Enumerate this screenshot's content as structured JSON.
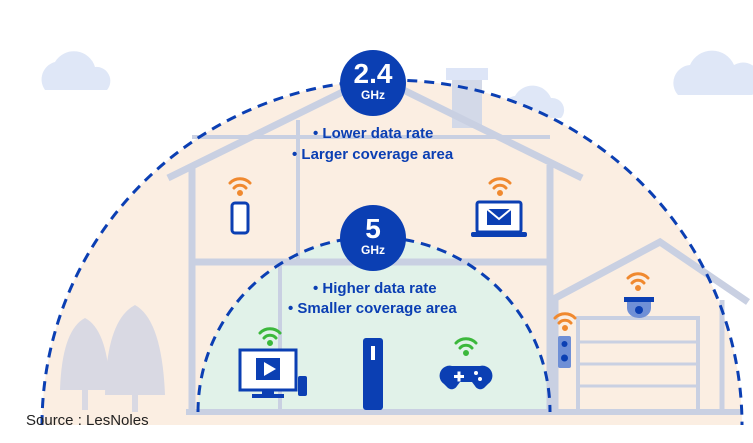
{
  "bands": [
    {
      "frequency": "2.4",
      "unit": "GHz",
      "features": [
        "Lower data rate",
        "Larger coverage area"
      ]
    },
    {
      "frequency": "5",
      "unit": "GHz",
      "features": [
        "Higher data rate",
        "Smaller coverage area"
      ]
    }
  ],
  "source": "Source : LesNoles",
  "colors": {
    "blue": "#0b3fb3",
    "wifi_orange": "#f0892f",
    "wifi_green": "#3cb83c",
    "outer_fill": "#fbeee2",
    "inner_fill": "#e1f2e9",
    "house": "#c9d0e2"
  }
}
